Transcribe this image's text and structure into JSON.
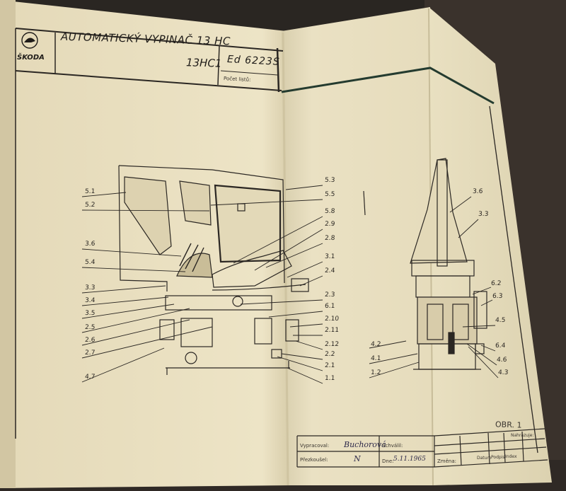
{
  "document": {
    "brand": "ŠKODA",
    "title_line1": "AUTOMATICKÝ VYPINAČ 13 HC",
    "title_line2": "13HC1",
    "doc_number": "Ed 6223S",
    "pages_label": "Počet listů:"
  },
  "labels_left": [
    "5.1",
    "5.2",
    "3.6",
    "5.4",
    "3.3",
    "3.4",
    "3.5",
    "2.5",
    "2.6",
    "2.7",
    "4.7"
  ],
  "labels_mid": [
    "5.3",
    "5.5",
    "5.8",
    "2.9",
    "2.8",
    "3.1",
    "2.4",
    "2.3",
    "6.1",
    "2.10",
    "2.11",
    "2.12",
    "2.2",
    "2.1",
    "1.1"
  ],
  "labels_right_top": [
    "3.6",
    "3.3"
  ],
  "labels_right_side": [
    "6.2",
    "6.3",
    "4.5",
    "6.4",
    "4.6",
    "4.3"
  ],
  "labels_right_left": [
    "4.2",
    "4.1",
    "1.2"
  ],
  "figure_label": "OBR. 1",
  "title_block": {
    "vypracoval_label": "Vypracoval:",
    "vypracoval_sig": "Buchorová",
    "prezkoušel_label": "Přezkoušel:",
    "prezkoušel_sig": "N",
    "schvalil_label": "Schválil:",
    "dne_label": "Dne:",
    "dne_value": "5.11.1965",
    "zmena_label": "Změna:",
    "datum_label": "Datum",
    "podpis_label": "Podpis",
    "index_label": "Index",
    "nahrazuje_label": "Nahrazuje:"
  },
  "colors": {
    "paper": "#eee5c8",
    "paper_shadow": "#d9cfae",
    "ink": "#2b2723",
    "background": "#2a2622"
  }
}
